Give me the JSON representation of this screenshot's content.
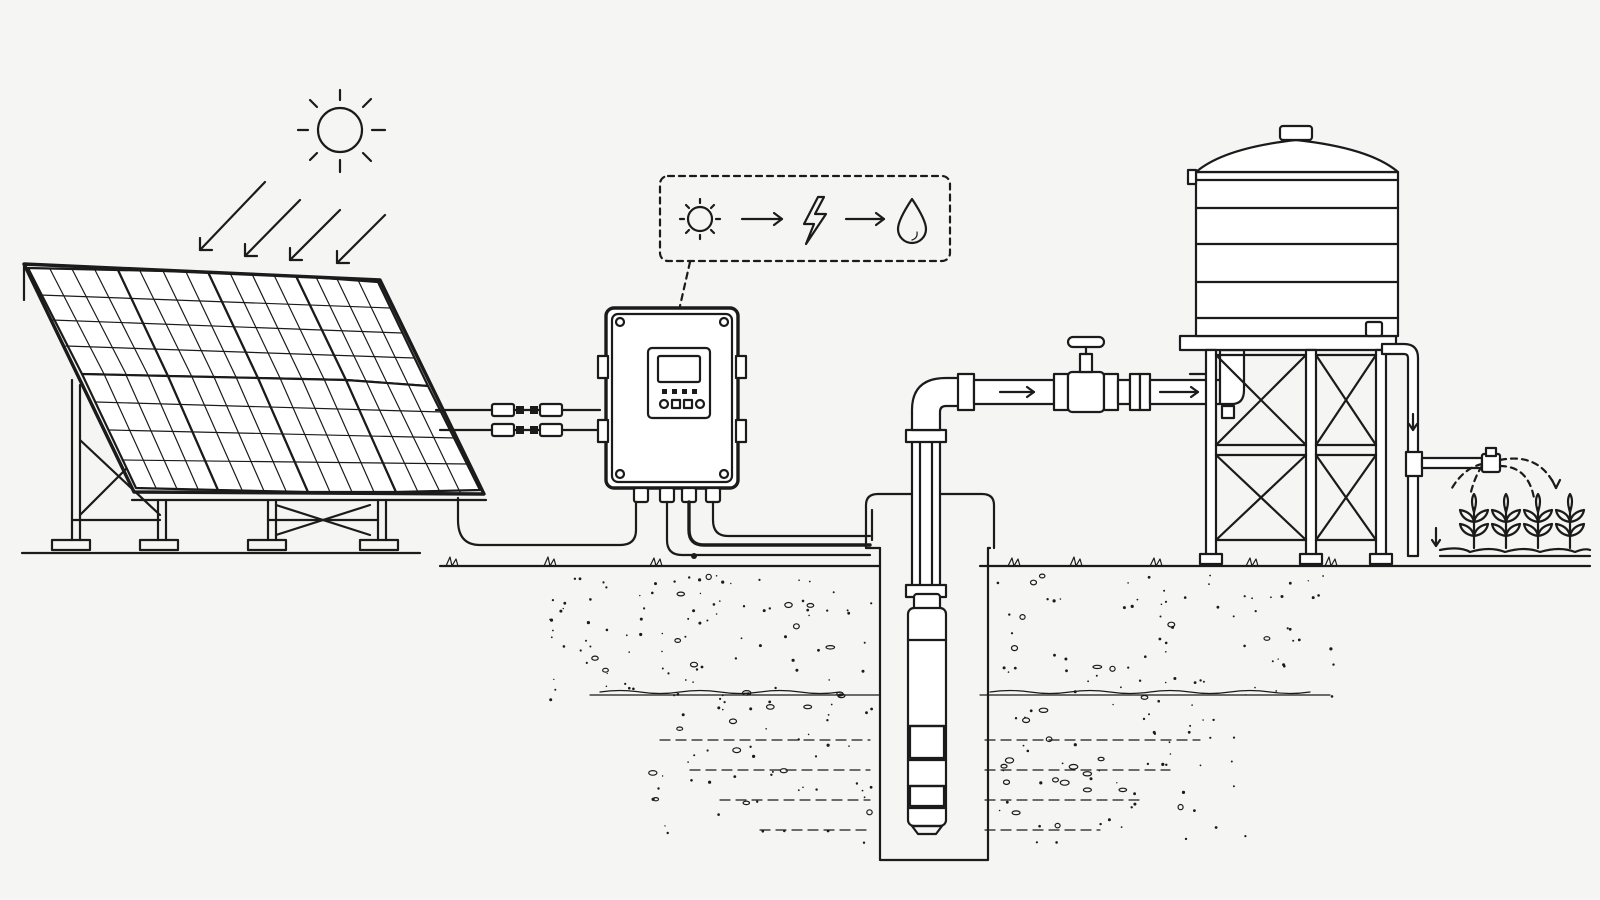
{
  "diagram": {
    "type": "solar-water-pumping-system",
    "colors": {
      "ink": "#1b1b1b",
      "background": "#f5f5f4"
    },
    "components": [
      {
        "id": "sun",
        "icon": "sun-icon"
      },
      {
        "id": "solar-array",
        "icon": "solar-panel-icon",
        "panel_count": 8
      },
      {
        "id": "mc4-connectors",
        "icon": "connector-icon"
      },
      {
        "id": "pump-controller",
        "icon": "controller-icon"
      },
      {
        "id": "process-callout",
        "icon": "sun-to-power-to-water-icon"
      },
      {
        "id": "borehole",
        "icon": "well-icon"
      },
      {
        "id": "submersible-pump",
        "icon": "pump-icon"
      },
      {
        "id": "gate-valve",
        "icon": "valve-icon"
      },
      {
        "id": "water-tank",
        "icon": "tank-icon"
      },
      {
        "id": "tank-tower",
        "icon": "tower-icon"
      },
      {
        "id": "sprinkler",
        "icon": "sprinkler-icon"
      },
      {
        "id": "crops",
        "icon": "plant-icon",
        "count": 4
      }
    ],
    "callout_steps": [
      "sun-icon",
      "lightning-icon",
      "water-drop-icon"
    ]
  }
}
